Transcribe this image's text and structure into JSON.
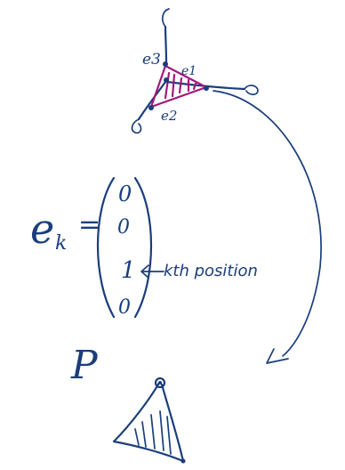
{
  "colors": {
    "ink": "#1a3e7c",
    "highlight": "#a0197a",
    "background": "#ffffff"
  },
  "basis_sketch": {
    "axis_labels": [
      "e3",
      "e1",
      "e2"
    ]
  },
  "formula": {
    "lhs": "e",
    "lhs_subscript": "k",
    "equals": "=",
    "vector_entries": [
      "0",
      "0",
      "1",
      "0"
    ],
    "annotation": "kth position"
  },
  "projection": {
    "label": "P"
  }
}
